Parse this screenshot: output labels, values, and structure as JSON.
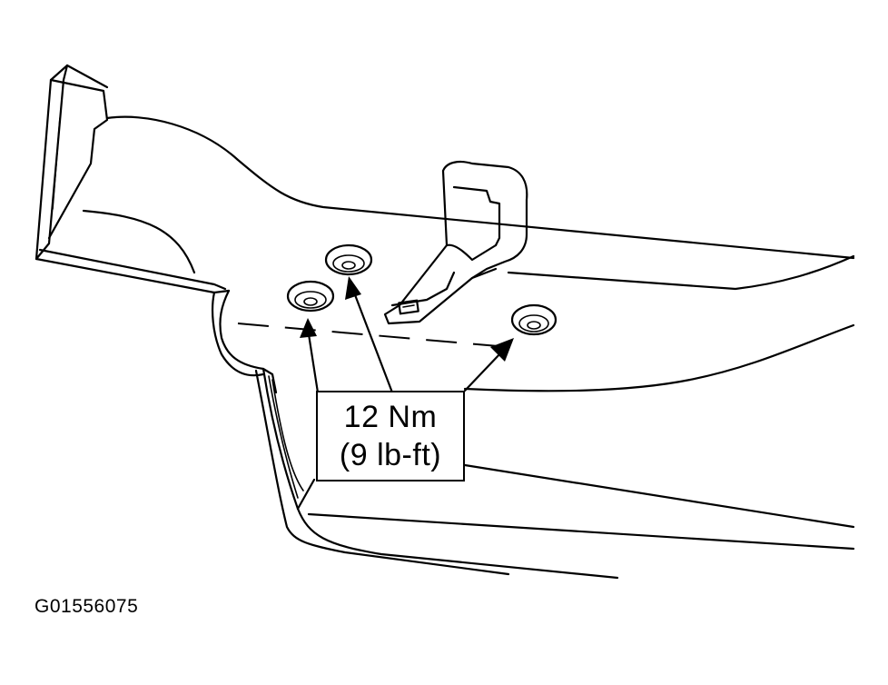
{
  "callout": {
    "torque_metric": "12 Nm",
    "torque_imperial": "(9 lb-ft)"
  },
  "figure_id": "G01556075",
  "fasteners": [
    {
      "name": "bolt-left"
    },
    {
      "name": "bolt-center"
    },
    {
      "name": "bolt-right"
    }
  ]
}
